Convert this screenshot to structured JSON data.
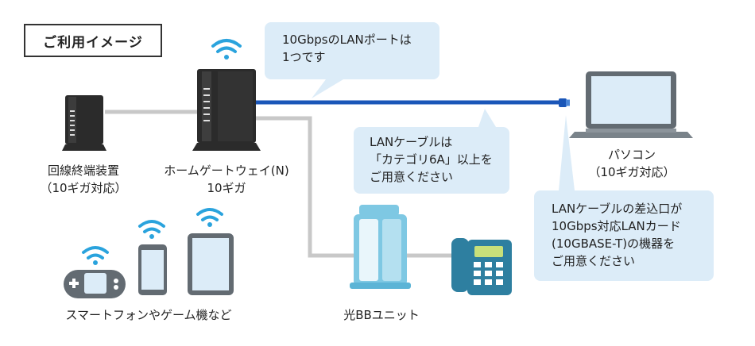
{
  "title": "ご利用イメージ",
  "devices": {
    "onu": [
      "回線終端装置",
      "（10ギガ対応）"
    ],
    "gateway": [
      "ホームゲートウェイ(N)",
      "10ギガ"
    ],
    "pc": [
      "パソコン",
      "（10ギガ対応）"
    ],
    "hikari_bb": "光BBユニット",
    "mobile": "スマートフォンやゲーム機など"
  },
  "callouts": {
    "port": [
      "10GbpsのLANポートは",
      "1つです"
    ],
    "cable_category": [
      "LANケーブルは",
      "「カテゴリ6A」以上を",
      "ご用意ください"
    ],
    "card": [
      "LANケーブルの差込口が",
      "10Gbps対応LANカード",
      "(10GBASE-T)の機器を",
      "ご用意ください"
    ]
  },
  "colors": {
    "callout_bg": "#dcecf8",
    "lan_blue": "#1a56b8",
    "wifi_blue": "#2aa3dd",
    "gray_line": "#c8c8c8",
    "device_dark": "#2b2b2b",
    "unit_light_blue": "#7ec8e3",
    "phone_teal": "#2e7fa0"
  }
}
